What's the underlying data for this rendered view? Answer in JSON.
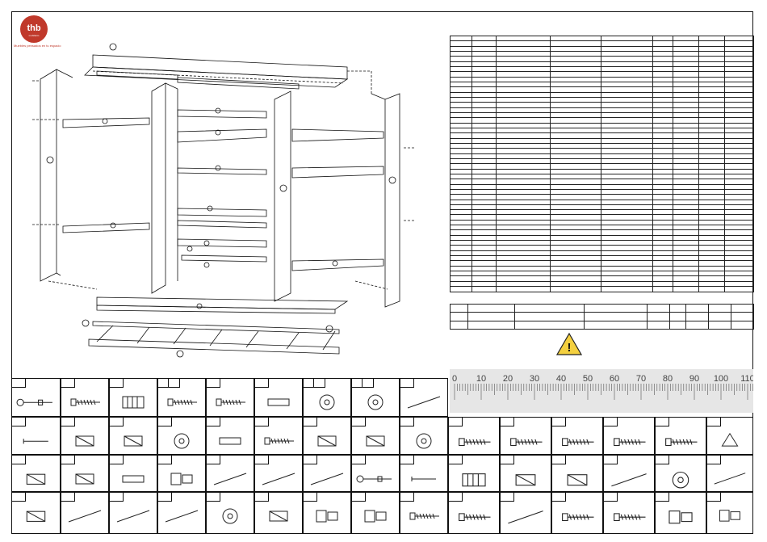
{
  "brand": {
    "logo_text": "thb",
    "logo_subtext": "mobiliario",
    "tagline": "Muebles pensados en tu espacio",
    "color": "#c0392b"
  },
  "warning": {
    "icon": "warning-triangle-icon",
    "symbol": "!",
    "color": "#f4d03f"
  },
  "ruler": {
    "labels": [
      "0",
      "10",
      "20",
      "30",
      "40",
      "50",
      "60",
      "70",
      "80",
      "90",
      "100",
      "110"
    ]
  },
  "hardware_icons": [
    "bolt-with-nut-icon",
    "screw-short-icon",
    "wall-plug-icon",
    "long-screw-icon",
    "countersunk-screw-icon",
    "wooden-dowel-icon",
    "cam-lock-icon",
    "cover-cap-icon",
    "rod-icon",
    "nail-icon",
    "clip-icon",
    "angle-bracket-icon",
    "washer-icon",
    "rectangular-block-icon",
    "long-wood-screw-icon",
    "shelf-support-icon",
    "corner-clip-icon",
    "cam-nut-icon",
    "wood-screw-icon",
    "flat-head-screw-icon",
    "small-screw-icon",
    "long-thin-screw-icon",
    "pan-screw-icon",
    "triangle-bracket-icon",
    "bushing-icon",
    "sleeve-icon",
    "label-block-icon",
    "hinge-plate-icon",
    "diagonal-rod-icon",
    "rail-profile-icon",
    "rail-profile-long-icon",
    "connector-bolt-icon",
    "pin-icon",
    "ribbed-dowel-icon",
    "mounting-plate-icon",
    "plate-bracket-icon",
    "extension-rod-icon",
    "round-knob-icon",
    "handle-bar-icon",
    "l-profile-icon",
    "slanted-rod-icon",
    "thin-rod-icon",
    "rail-with-clip-icon",
    "cylinder-cap-icon",
    "oval-cover-icon",
    "lever-icon",
    "clamp-icon",
    "screw-set-icon",
    "long-screw-set-icon",
    "flat-bar-icon",
    "machine-screw-icon",
    "thin-long-screw-icon",
    "hinge-icon",
    "drawer-hinge-icon"
  ]
}
